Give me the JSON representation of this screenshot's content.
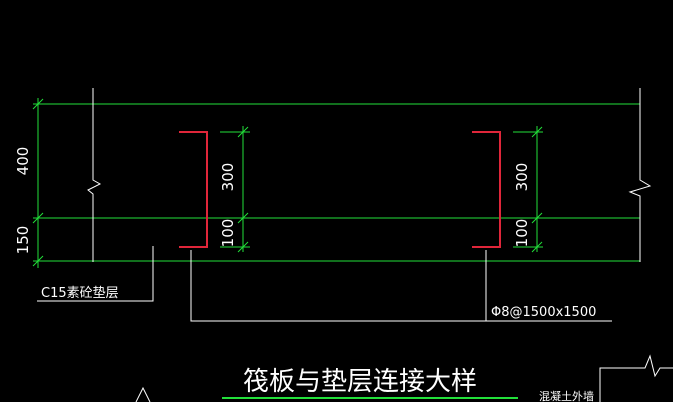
{
  "colors": {
    "background": "#000000",
    "dimension": "#22e03a",
    "leader": "#ffffff",
    "rebar": "#e0263a",
    "text": "#ffffff"
  },
  "dimensions": {
    "left_upper": "400",
    "left_lower": "150",
    "bar_top": "300",
    "bar_bottom": "100"
  },
  "labels": {
    "bedding_layer": "C15素砼垫层",
    "rebar_spec": "Φ8@1500x1500",
    "drawing_title": "筏板与垫层连接大样",
    "partial_note": "混凝土外墙"
  }
}
